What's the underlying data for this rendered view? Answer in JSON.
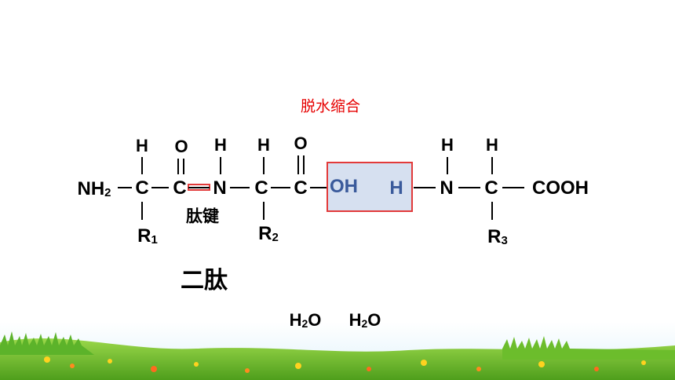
{
  "title": "脱水缩合",
  "peptide_bond_label": "肽键",
  "product_label": "二肽",
  "molecule": {
    "nh2": "NH",
    "nh2_sub": "2",
    "c": "C",
    "n": "N",
    "h": "H",
    "o": "O",
    "oh": "OH",
    "cooh": "COOH",
    "r": "R",
    "r1_sub": "1",
    "r2_sub": "2",
    "r3_sub": "3"
  },
  "water": [
    {
      "h": "H",
      "sub": "2",
      "o": "O"
    },
    {
      "h": "H",
      "sub": "2",
      "o": "O"
    }
  ],
  "colors": {
    "title": "#e60000",
    "peptide_bond_highlight": "#e23a3a",
    "water_box_fill": "#d6e0f0",
    "water_box_border": "#e23a3a",
    "water_text": "#3a5a9b",
    "grass": "#7cc23a",
    "sky": "#dff2fb"
  }
}
